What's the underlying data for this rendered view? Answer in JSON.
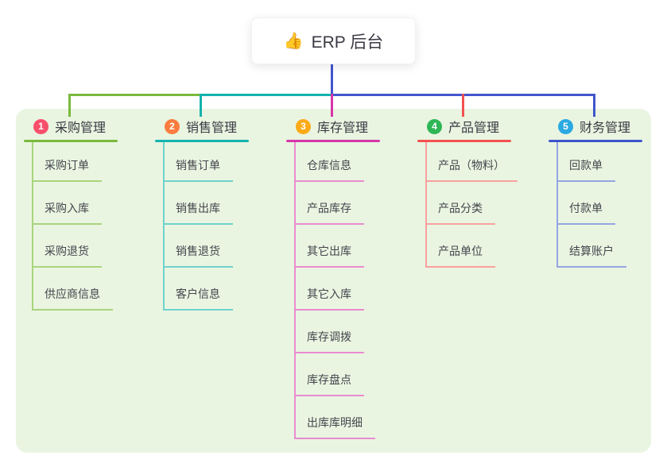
{
  "root": {
    "icon": "👍",
    "label": "ERP 后台"
  },
  "canvas": {
    "background_color": "#ffffff",
    "panel_color": "#e9f5e1",
    "trunk_color": "#4355cd"
  },
  "branches": [
    {
      "badge": "1",
      "title": "采购管理",
      "badge_color": "#f8506b",
      "line_color": "#7ab93d",
      "child_line_color": "#a9d47d",
      "children": [
        "采购订单",
        "采购入库",
        "采购退货",
        "供应商信息"
      ]
    },
    {
      "badge": "2",
      "title": "销售管理",
      "badge_color": "#fa7c3f",
      "line_color": "#14b3ae",
      "child_line_color": "#6fd2cc",
      "children": [
        "销售订单",
        "销售出库",
        "销售退货",
        "客户信息"
      ]
    },
    {
      "badge": "3",
      "title": "库存管理",
      "badge_color": "#fbab19",
      "line_color": "#d636aa",
      "child_line_color": "#ea8bd0",
      "children": [
        "仓库信息",
        "产品库存",
        "其它出库",
        "其它入库",
        "库存调拨",
        "库存盘点",
        "出库库明细"
      ]
    },
    {
      "badge": "4",
      "title": "产品管理",
      "badge_color": "#2eb656",
      "line_color": "#f3514f",
      "child_line_color": "#f9a09f",
      "children": [
        "产品（物料）",
        "产品分类",
        "产品单位"
      ]
    },
    {
      "badge": "5",
      "title": "财务管理",
      "badge_color": "#2ba9e1",
      "line_color": "#3f55cb",
      "child_line_color": "#93a5e1",
      "children": [
        "回款单",
        "付款单",
        "结算账户"
      ]
    }
  ]
}
